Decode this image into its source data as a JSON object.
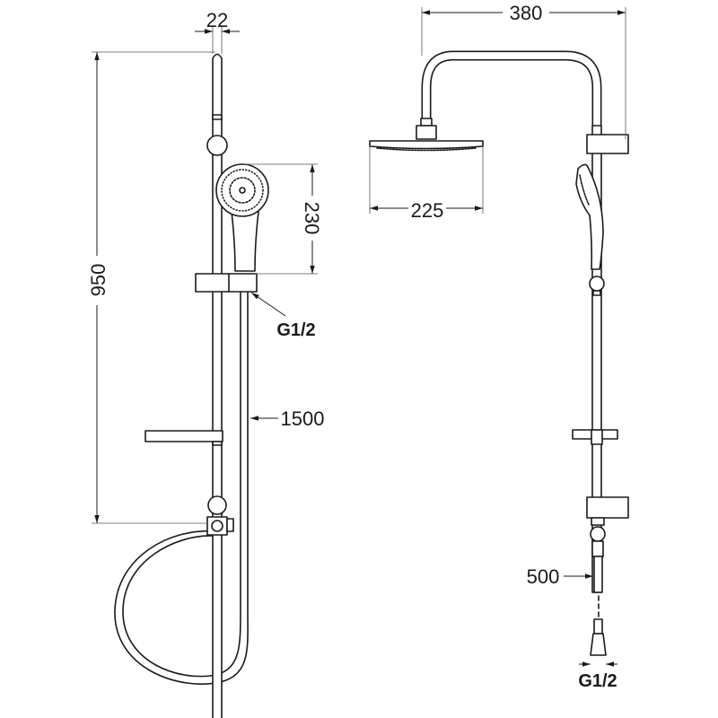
{
  "dimensions": {
    "rail_width": "22",
    "rail_height": "950",
    "hand_shower_length": "230",
    "hand_shower_connection": "G1/2",
    "hose_length": "1500",
    "arm_reach": "380",
    "head_diameter": "225",
    "inlet_hose_length": "500",
    "inlet_connection": "G1/2"
  },
  "colors": {
    "line": "#1a1a1a",
    "background": "#ffffff"
  }
}
